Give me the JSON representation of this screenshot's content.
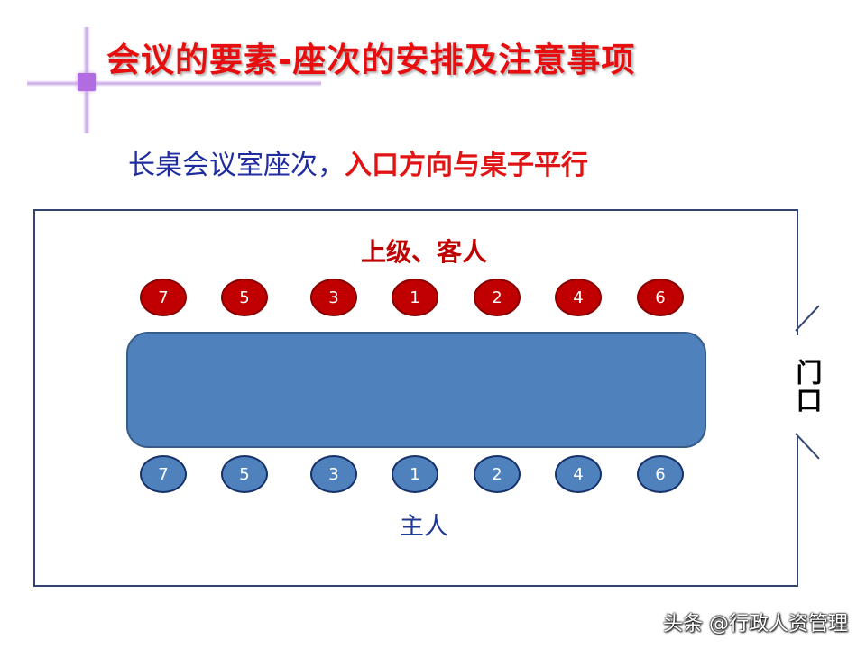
{
  "title": "会议的要素-座次的安排及注意事项",
  "subtitle": {
    "part1": "长桌会议室座次，",
    "part2": "入口方向与桌子平行"
  },
  "top_group_label": "上级、客人",
  "bottom_group_label": "主人",
  "door_label": "门口",
  "top_seats": [
    "7",
    "5",
    "3",
    "1",
    "2",
    "4",
    "6"
  ],
  "bottom_seats": [
    "7",
    "5",
    "3",
    "1",
    "2",
    "4",
    "6"
  ],
  "watermark": "头条 @行政人资管理",
  "colors": {
    "title": "#e60e0e",
    "subtitle_blue": "#1f2da0",
    "subtitle_red": "#e01414",
    "top_seat": "#c00000",
    "bottom_seat": "#4f81bd",
    "table": "#4f81bd"
  }
}
